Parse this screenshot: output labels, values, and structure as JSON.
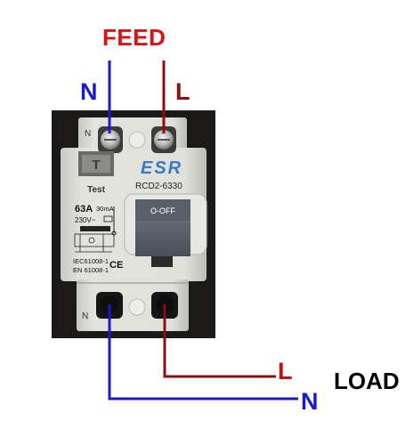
{
  "labels": {
    "feed": "FEED",
    "n_top": "N",
    "l_top": "L",
    "l_bottom": "L",
    "n_bottom": "N",
    "load": "LOAD"
  },
  "device": {
    "brand": "ESR",
    "model": "RCD2-6330",
    "test_label": "Test",
    "test_button_glyph": "T",
    "rating": "63A",
    "sensitivity": "30mA",
    "voltage": "230V~",
    "switch_label": "O-OFF",
    "terminal_n_top": "N",
    "terminal_n_bottom": "N",
    "standard_1": "IEC61008-1",
    "standard_2": "EN 61008-1",
    "ce_mark": "CE"
  },
  "colors": {
    "neutral_wire": "#1a1acc",
    "live_wire": "#8a1010",
    "feed_text": "#e01010",
    "photo_background": "#1b1a19",
    "device_body": "#dcdcd6"
  }
}
